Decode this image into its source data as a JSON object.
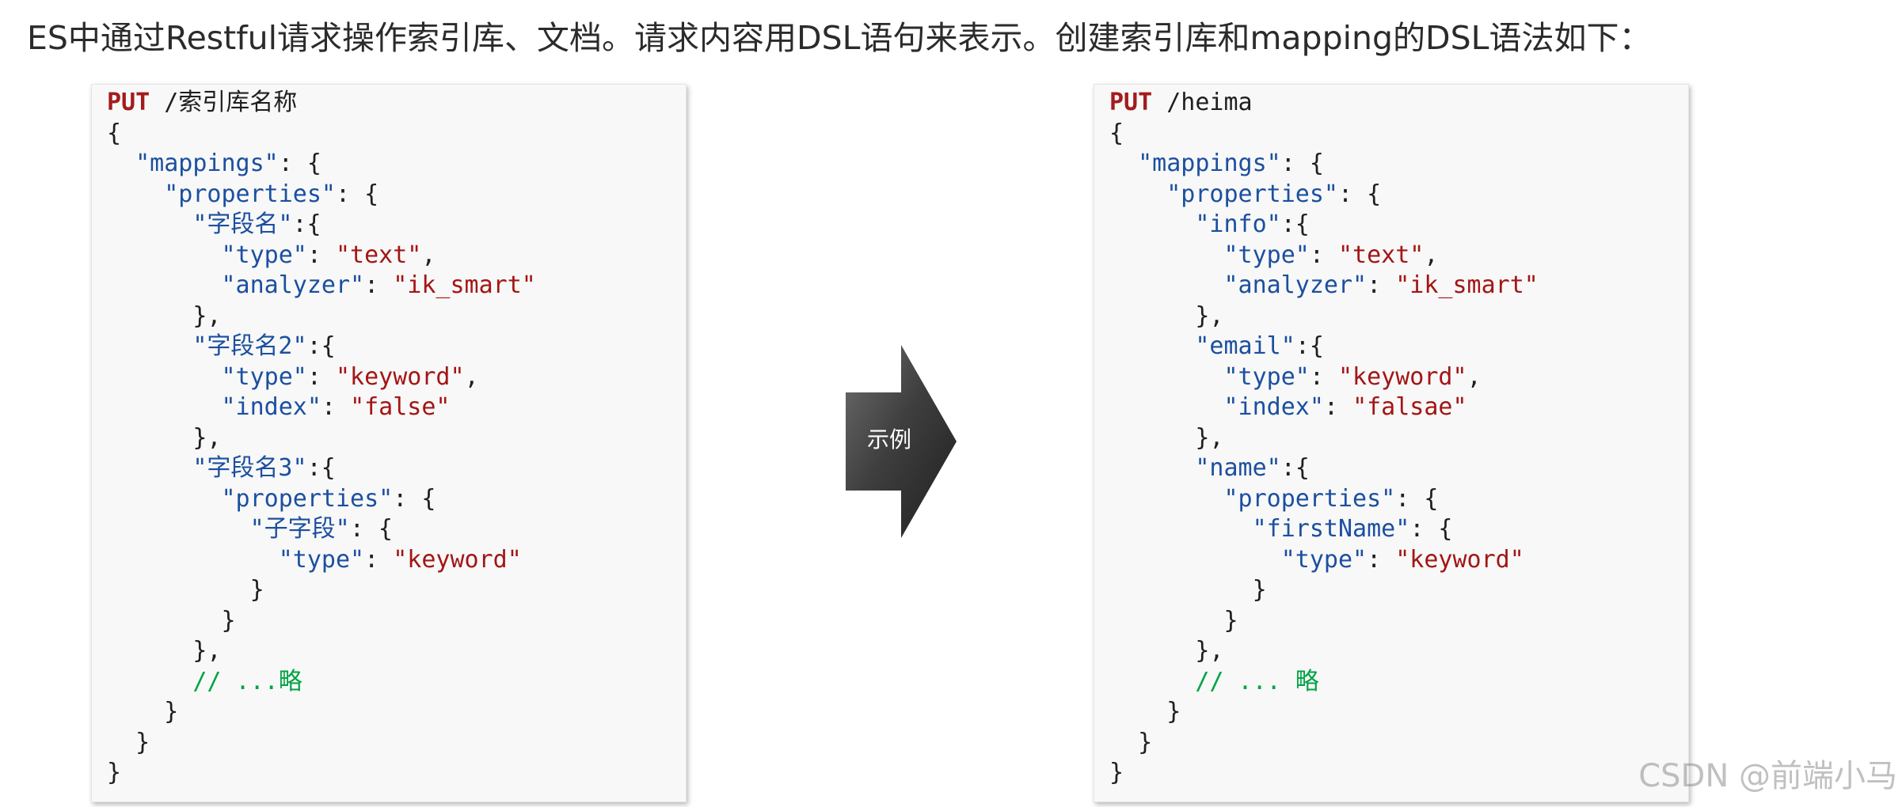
{
  "heading": "ES中通过Restful请求操作索引库、文档。请求内容用DSL语句来表示。创建索引库和mapping的DSL语法如下：",
  "arrow_label": "示例",
  "watermark": "CSDN @前端小马",
  "colors": {
    "keyword": "#a31b1e",
    "key": "#1c4fa0",
    "string": "#a31515",
    "comment": "#00a344",
    "plain": "#1f1f1f",
    "panel_bg": "#f7f8f7",
    "arrow_dark": "#3a3a3a"
  },
  "left_code": [
    [
      [
        "keyword",
        "PUT"
      ],
      [
        "plain",
        " /索引库名称"
      ]
    ],
    [
      [
        "plain",
        "{"
      ]
    ],
    [
      [
        "plain",
        "  "
      ],
      [
        "key",
        "\"mappings\""
      ],
      [
        "plain",
        ": {"
      ]
    ],
    [
      [
        "plain",
        "    "
      ],
      [
        "key",
        "\"properties\""
      ],
      [
        "plain",
        ": {"
      ]
    ],
    [
      [
        "plain",
        "      "
      ],
      [
        "key",
        "\"字段名\""
      ],
      [
        "plain",
        ":{"
      ]
    ],
    [
      [
        "plain",
        "        "
      ],
      [
        "key",
        "\"type\""
      ],
      [
        "plain",
        ": "
      ],
      [
        "string",
        "\"text\""
      ],
      [
        "plain",
        ","
      ]
    ],
    [
      [
        "plain",
        "        "
      ],
      [
        "key",
        "\"analyzer\""
      ],
      [
        "plain",
        ": "
      ],
      [
        "string",
        "\"ik_smart\""
      ]
    ],
    [
      [
        "plain",
        "      },"
      ]
    ],
    [
      [
        "plain",
        "      "
      ],
      [
        "key",
        "\"字段名2\""
      ],
      [
        "plain",
        ":{"
      ]
    ],
    [
      [
        "plain",
        "        "
      ],
      [
        "key",
        "\"type\""
      ],
      [
        "plain",
        ": "
      ],
      [
        "string",
        "\"keyword\""
      ],
      [
        "plain",
        ","
      ]
    ],
    [
      [
        "plain",
        "        "
      ],
      [
        "key",
        "\"index\""
      ],
      [
        "plain",
        ": "
      ],
      [
        "string",
        "\"false\""
      ]
    ],
    [
      [
        "plain",
        "      },"
      ]
    ],
    [
      [
        "plain",
        "      "
      ],
      [
        "key",
        "\"字段名3\""
      ],
      [
        "plain",
        ":{"
      ]
    ],
    [
      [
        "plain",
        "        "
      ],
      [
        "key",
        "\"properties\""
      ],
      [
        "plain",
        ": {"
      ]
    ],
    [
      [
        "plain",
        "          "
      ],
      [
        "key",
        "\"子字段\""
      ],
      [
        "plain",
        ": {"
      ]
    ],
    [
      [
        "plain",
        "            "
      ],
      [
        "key",
        "\"type\""
      ],
      [
        "plain",
        ": "
      ],
      [
        "string",
        "\"keyword\""
      ]
    ],
    [
      [
        "plain",
        "          }"
      ]
    ],
    [
      [
        "plain",
        "        }"
      ]
    ],
    [
      [
        "plain",
        "      },"
      ]
    ],
    [
      [
        "plain",
        "      "
      ],
      [
        "comment",
        "// ...略"
      ]
    ],
    [
      [
        "plain",
        "    }"
      ]
    ],
    [
      [
        "plain",
        "  }"
      ]
    ],
    [
      [
        "plain",
        "}"
      ]
    ]
  ],
  "right_code": [
    [
      [
        "keyword",
        "PUT"
      ],
      [
        "plain",
        " /heima"
      ]
    ],
    [
      [
        "plain",
        "{"
      ]
    ],
    [
      [
        "plain",
        "  "
      ],
      [
        "key",
        "\"mappings\""
      ],
      [
        "plain",
        ": {"
      ]
    ],
    [
      [
        "plain",
        "    "
      ],
      [
        "key",
        "\"properties\""
      ],
      [
        "plain",
        ": {"
      ]
    ],
    [
      [
        "plain",
        "      "
      ],
      [
        "key",
        "\"info\""
      ],
      [
        "plain",
        ":{"
      ]
    ],
    [
      [
        "plain",
        "        "
      ],
      [
        "key",
        "\"type\""
      ],
      [
        "plain",
        ": "
      ],
      [
        "string",
        "\"text\""
      ],
      [
        "plain",
        ","
      ]
    ],
    [
      [
        "plain",
        "        "
      ],
      [
        "key",
        "\"analyzer\""
      ],
      [
        "plain",
        ": "
      ],
      [
        "string",
        "\"ik_smart\""
      ]
    ],
    [
      [
        "plain",
        "      },"
      ]
    ],
    [
      [
        "plain",
        "      "
      ],
      [
        "key",
        "\"email\""
      ],
      [
        "plain",
        ":{"
      ]
    ],
    [
      [
        "plain",
        "        "
      ],
      [
        "key",
        "\"type\""
      ],
      [
        "plain",
        ": "
      ],
      [
        "string",
        "\"keyword\""
      ],
      [
        "plain",
        ","
      ]
    ],
    [
      [
        "plain",
        "        "
      ],
      [
        "key",
        "\"index\""
      ],
      [
        "plain",
        ": "
      ],
      [
        "string",
        "\"falsae\""
      ]
    ],
    [
      [
        "plain",
        "      },"
      ]
    ],
    [
      [
        "plain",
        "      "
      ],
      [
        "key",
        "\"name\""
      ],
      [
        "plain",
        ":{"
      ]
    ],
    [
      [
        "plain",
        "        "
      ],
      [
        "key",
        "\"properties\""
      ],
      [
        "plain",
        ": {"
      ]
    ],
    [
      [
        "plain",
        "          "
      ],
      [
        "key",
        "\"firstName\""
      ],
      [
        "plain",
        ": {"
      ]
    ],
    [
      [
        "plain",
        "            "
      ],
      [
        "key",
        "\"type\""
      ],
      [
        "plain",
        ": "
      ],
      [
        "string",
        "\"keyword\""
      ]
    ],
    [
      [
        "plain",
        "          }"
      ]
    ],
    [
      [
        "plain",
        "        }"
      ]
    ],
    [
      [
        "plain",
        "      },"
      ]
    ],
    [
      [
        "plain",
        "      "
      ],
      [
        "comment",
        "// ... 略"
      ]
    ],
    [
      [
        "plain",
        "    }"
      ]
    ],
    [
      [
        "plain",
        "  }"
      ]
    ],
    [
      [
        "plain",
        "}"
      ]
    ]
  ]
}
